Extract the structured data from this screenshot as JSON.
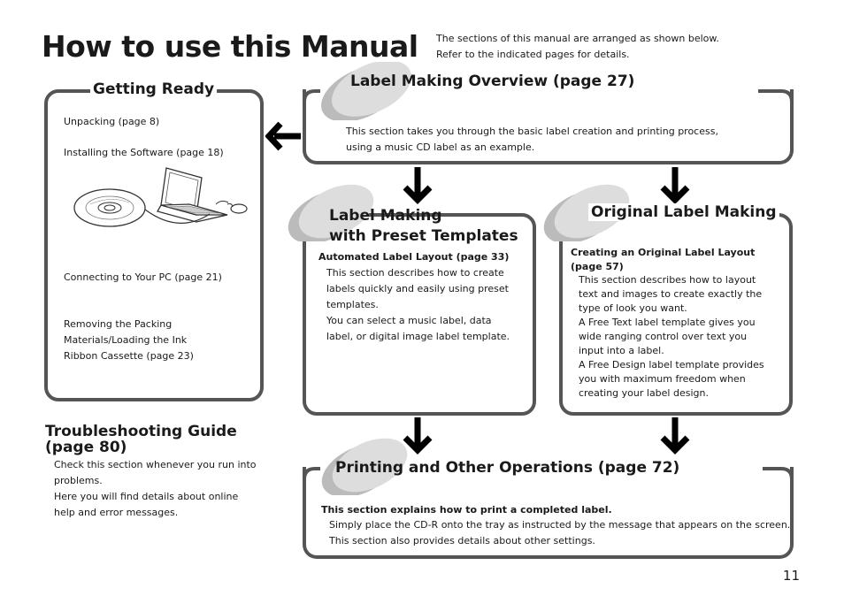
{
  "page": {
    "title": "How to use this Manual",
    "intro": [
      "The sections of this manual are arranged as shown below.",
      "Refer to the indicated pages for details."
    ],
    "page_number": "11"
  },
  "getting_ready": {
    "heading": "Getting Ready",
    "items": [
      "Unpacking (page 8)",
      "Installing the Software (page 18)",
      "Connecting to Your PC (page 21)",
      "Removing the Packing",
      "Materials/Loading the Ink",
      "Ribbon Cassette (page 23)"
    ]
  },
  "troubleshooting": {
    "heading_line1": "Troubleshooting Guide",
    "heading_line2": "(page 80)",
    "lines": [
      "Check this section whenever you run into",
      "problems.",
      "Here you will find details about online",
      "help and error messages."
    ]
  },
  "overview": {
    "heading": "Label Making Overview (page 27)",
    "lines": [
      "This section takes you through the basic label creation and printing process,",
      "using a music CD label as an example."
    ]
  },
  "preset": {
    "heading_line1": "Label Making",
    "heading_line2": "with Preset Templates",
    "subheading": "Automated Label Layout (page 33)",
    "lines": [
      "This section describes how to create",
      "labels quickly and easily using preset",
      "templates.",
      "You can select a music label, data",
      "label, or digital image label template."
    ]
  },
  "original": {
    "heading": "Original Label Making",
    "subheading_line1": "Creating an Original Label Layout",
    "subheading_line2": "(page 57)",
    "lines": [
      "This section describes how to layout",
      "text and images to create exactly the",
      "type of look you want.",
      "A Free Text label template gives you",
      "wide ranging control over text you",
      "input into a label.",
      "A Free Design label template provides",
      "you with maximum freedom when",
      "creating your label design."
    ]
  },
  "printing": {
    "heading": "Printing and Other Operations (page 72)",
    "subheading": "This section explains how to print a completed label.",
    "lines": [
      "Simply place the CD-R onto the tray as instructed by the message that appears on the screen.",
      "This section also provides details about other settings."
    ]
  },
  "icons": [
    "cd-disc-icon",
    "laptop-icon",
    "mouse-icon",
    "arrow-left-icon",
    "arrow-down-icon"
  ]
}
